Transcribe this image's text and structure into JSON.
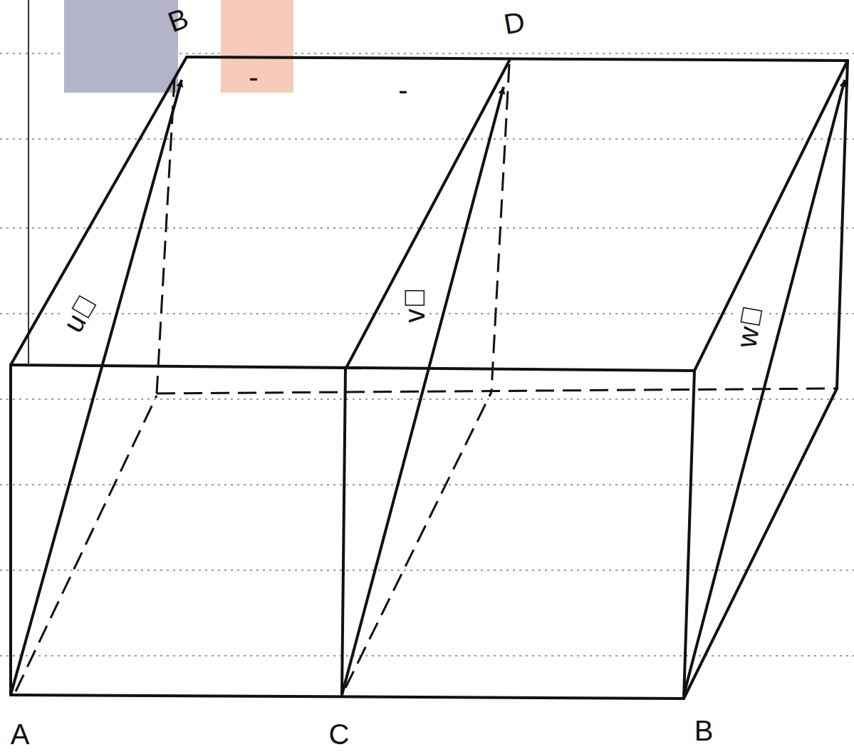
{
  "diagram": {
    "labels": [
      "B",
      "D",
      "-",
      "-",
      "u⃗",
      "v⃗",
      "w⃗",
      "A",
      "C",
      "B"
    ]
  }
}
